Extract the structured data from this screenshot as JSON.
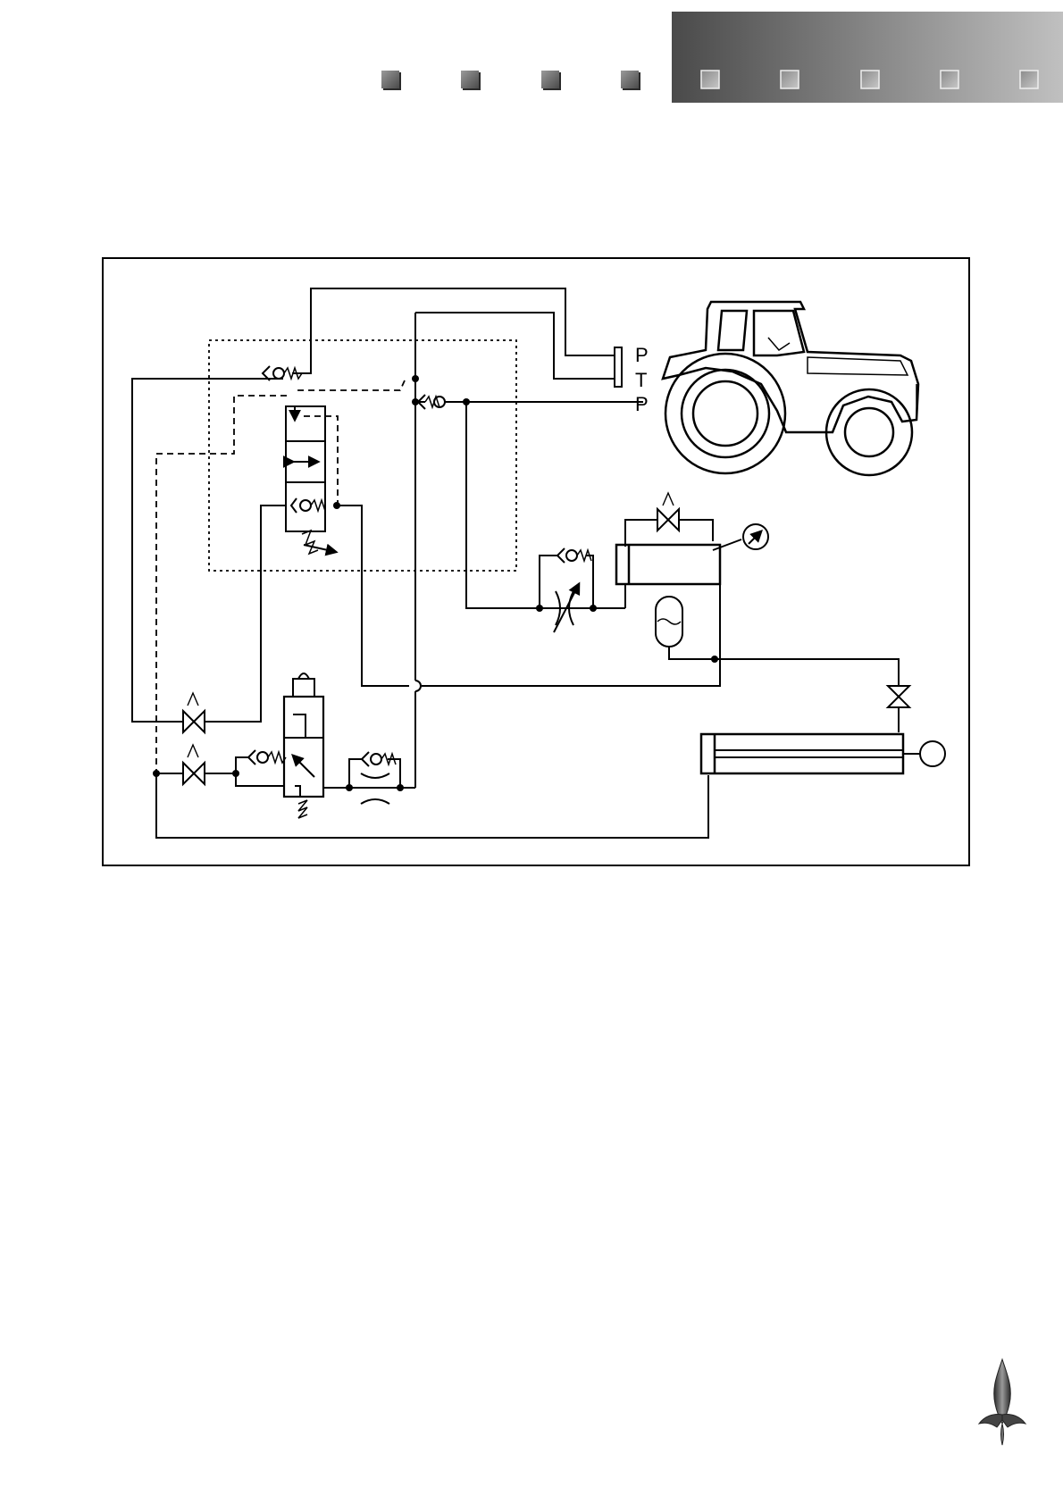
{
  "header": {
    "squares_dark": 4,
    "squares_light": 5,
    "band_gradient": [
      "#4a4a4a",
      "#bdbdbd"
    ]
  },
  "diagram": {
    "port_labels": [
      {
        "id": "p-top",
        "text": "P"
      },
      {
        "id": "t",
        "text": "T"
      },
      {
        "id": "p-bottom",
        "text": "P"
      }
    ],
    "components": [
      "tractor",
      "accumulator",
      "pressure-gauge",
      "hydraulic-cylinder",
      "solenoid-valve",
      "pilot-valve",
      "check-valve",
      "throttle-valve",
      "shutoff-valve"
    ],
    "line_color": "#000000",
    "pilot_line_style": "dashed",
    "enclosure_style": "dotted"
  },
  "footer": {
    "logo_icon": "fleur-de-lis-logo"
  }
}
